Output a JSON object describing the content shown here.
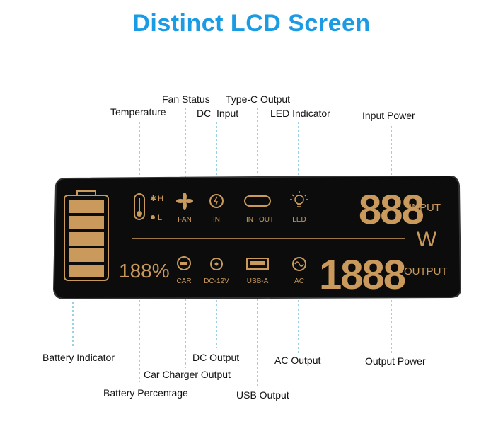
{
  "title": "Distinct LCD Screen",
  "colors": {
    "accent": "#1a9be3",
    "lcd_amber": "#c99a5b",
    "lcd_bg": "#0c0c0c",
    "lead": "#3aa3c9"
  },
  "labels": {
    "fan_status": "Fan Status",
    "type_c_output": "Type-C Output",
    "temperature": "Temperature",
    "dc": "DC",
    "input": "Input",
    "led_indicator": "LED Indicator",
    "input_power": "Input Power",
    "battery_indicator": "Battery Indicator",
    "dc_output": "DC Output",
    "ac_output": "AC Output",
    "output_power": "Output Power",
    "car_charger_output": "Car Charger Output",
    "battery_percentage": "Battery Percentage",
    "usb_output": "USB Output"
  },
  "lcd": {
    "temp_h": "H",
    "temp_l": "L",
    "fan": "FAN",
    "dc_in": "IN",
    "typec_in": "IN",
    "typec_out": "OUT",
    "led": "LED",
    "input_digits": "888",
    "input_label": "INPUT",
    "unit": "W",
    "percent_digits": "188%",
    "car": "CAR",
    "dc12v": "DC-12V",
    "usba": "USB-A",
    "ac": "AC",
    "output_digits": "1888",
    "output_label": "OUTPUT"
  }
}
